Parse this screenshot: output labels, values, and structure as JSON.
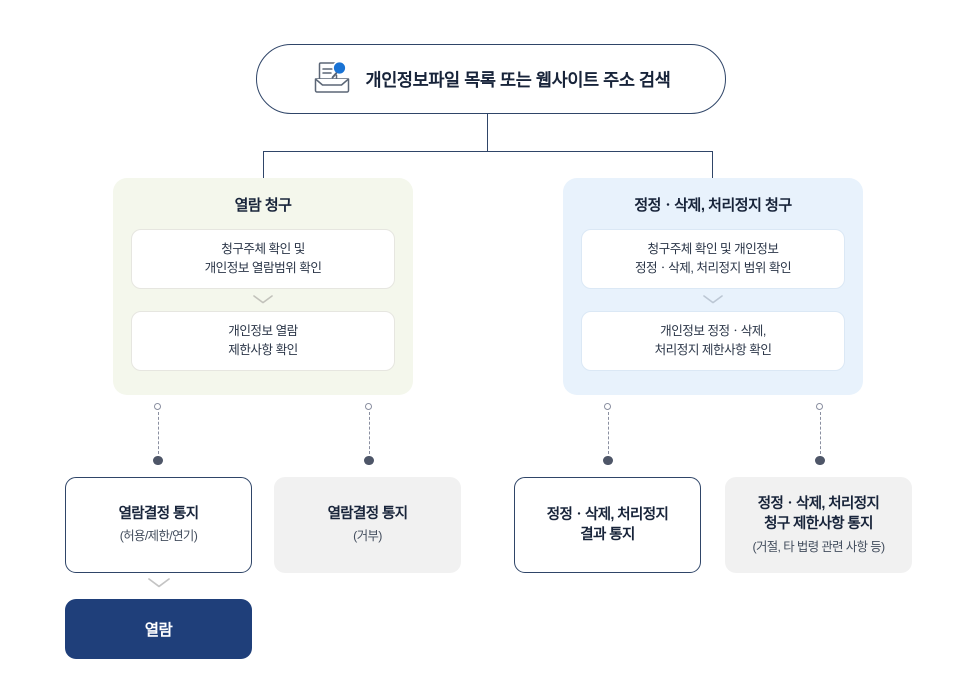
{
  "search": {
    "icon": "document-search-icon",
    "label": "개인정보파일 목록 또는 웹사이트 주소 검색"
  },
  "branches": [
    {
      "id": "view-request",
      "title": "열람 청구",
      "theme": "#f4f7ec",
      "steps": [
        "청구주체 확인 및\n개인정보 열람범위 확인",
        "개인정보 열람\n제한사항 확인"
      ],
      "step_lines": [
        [
          "청구주체 확인 및",
          "개인정보 열람범위 확인"
        ],
        [
          "개인정보 열람",
          "제한사항 확인"
        ]
      ]
    },
    {
      "id": "correction-request",
      "title": "정정ㆍ삭제, 처리정지 청구",
      "theme": "#e8f2fc",
      "steps": [
        "청구주체 확인 및 개인정보\n정정ㆍ삭제, 처리정지 범위 확인",
        "개인정보 정정ㆍ삭제,\n처리정지 제한사항 확인"
      ],
      "step_lines": [
        [
          "청구주체 확인 및 개인정보",
          "정정ㆍ삭제, 처리정지 범위 확인"
        ],
        [
          "개인정보 정정ㆍ삭제,",
          "처리정지 제한사항 확인"
        ]
      ]
    }
  ],
  "outcomes": [
    {
      "id": "view-decision-allow",
      "style": "bordered",
      "main_lines": [
        "열람결정 통지"
      ],
      "sub": "(허용/제한/연기)"
    },
    {
      "id": "view-decision-deny",
      "style": "filled",
      "main_lines": [
        "열람결정 통지"
      ],
      "sub": "(거부)"
    },
    {
      "id": "correction-result",
      "style": "bordered",
      "main_lines": [
        "정정ㆍ삭제, 처리정지",
        "결과 통지"
      ],
      "sub": ""
    },
    {
      "id": "correction-restriction",
      "style": "filled",
      "main_lines": [
        "정정ㆍ삭제, 처리정지",
        "청구 제한사항 통지"
      ],
      "sub": "(거절, 타 법령 관련 사항 등)"
    }
  ],
  "cta": {
    "label": "열람",
    "color": "#1f3f7a"
  },
  "colors": {
    "line": "#2f4568",
    "connector": "#8a8fa0",
    "connector_bullet": "#4e5668",
    "panel_green": "#f4f7ec",
    "panel_blue": "#e8f2fc",
    "outcome_gray": "#f1f1f1",
    "text_dark": "#18243a",
    "cta_navy": "#1f3f7a",
    "icon_blue": "#1a73d4"
  }
}
